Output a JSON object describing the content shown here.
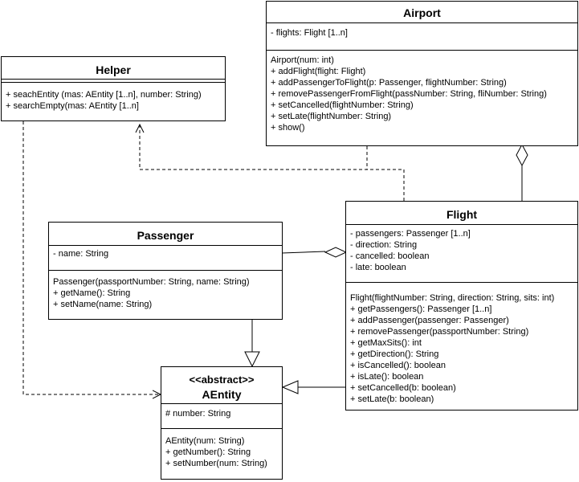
{
  "classes": {
    "airport": {
      "name": "Airport",
      "attributes": [
        "- flights: Flight [1..n]"
      ],
      "methods": [
        "Airport(num: int)",
        "+ addFlight(flight: Flight)",
        "+ addPassengerToFlight(p: Passenger, flightNumber: String)",
        "+ removePassengerFromFlight(passNumber: String, fliNumber: String)",
        "+ setCancelled(flightNumber: String)",
        "+ setLate(flightNumber: String)",
        "+ show()"
      ]
    },
    "helper": {
      "name": "Helper",
      "methods": [
        "+ seachEntity (mas: AEntity [1..n], number: String)",
        "+ searchEmpty(mas: AEntity [1..n]"
      ]
    },
    "passenger": {
      "name": "Passenger",
      "attributes": [
        "- name: String"
      ],
      "methods": [
        "Passenger(passportNumber: String, name: String)",
        "+ getName(): String",
        "+ setName(name: String)"
      ]
    },
    "flight": {
      "name": "Flight",
      "attributes": [
        "- passengers: Passenger [1..n]",
        "- direction: String",
        "- cancelled: boolean",
        "- late: boolean"
      ],
      "methods": [
        "Flight(flightNumber: String, direction: String, sits: int)",
        "+ getPassengers(): Passenger [1..n]",
        "+ addPassenger(passenger: Passenger)",
        "+ removePassenger(passportNumber: String)",
        "+ getMaxSits(): int",
        "+ getDirection(): String",
        "+ isCancelled(): boolean",
        "+ isLate(): boolean",
        "+ setCancelled(b: boolean)",
        "+ setLate(b: boolean)"
      ]
    },
    "aentity": {
      "stereotype": "<<abstract>>",
      "name": "AEntity",
      "attributes": [
        "# number: String"
      ],
      "methods": [
        "AEntity(num: String)",
        "+ getNumber(): String",
        "+ setNumber(num: String)"
      ]
    }
  }
}
